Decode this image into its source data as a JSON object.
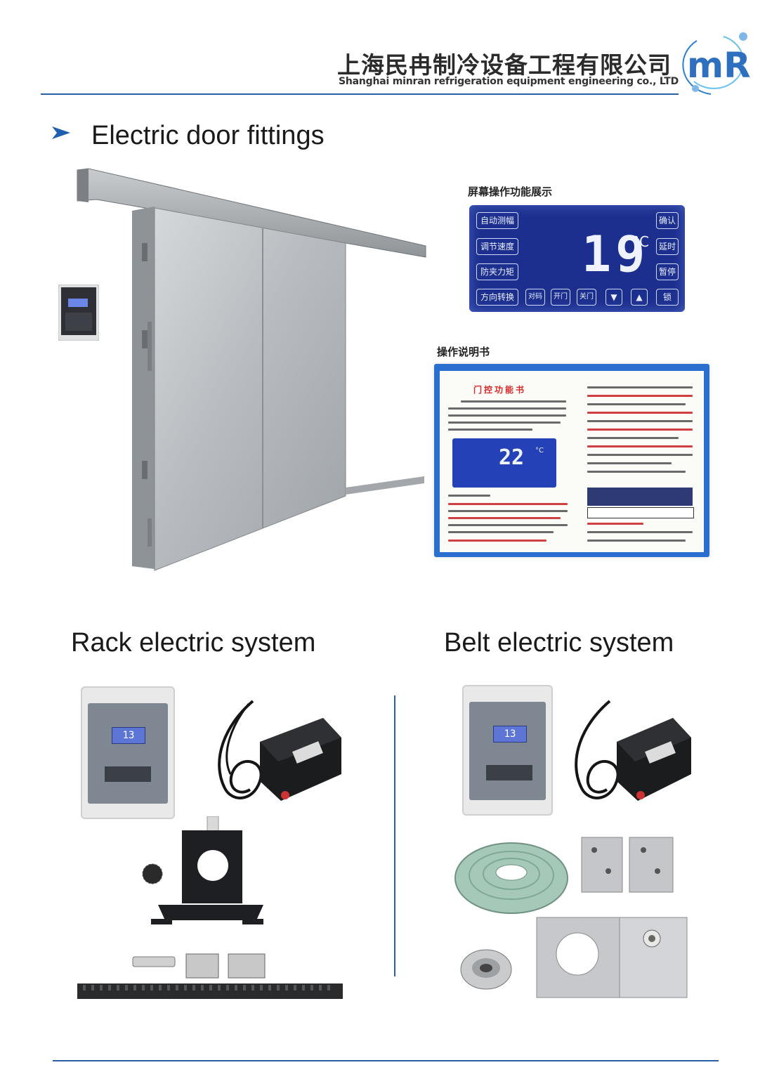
{
  "header": {
    "company_cn": "上海民冉制冷设备工程有限公司",
    "company_en": "Shanghai minran refrigeration equipment engineering co., LTD",
    "logo_text": "mR"
  },
  "section": {
    "title": "Electric door fittings"
  },
  "lcd_panel": {
    "caption": "屏幕操作功能展示",
    "left_buttons": [
      "自动测幅",
      "调节速度",
      "防夹力矩",
      "方向转换"
    ],
    "right_buttons": [
      "确认",
      "延时",
      "暂停"
    ],
    "bottom_buttons": [
      "对码",
      "开门",
      "关门",
      "▼",
      "▲",
      "锁"
    ],
    "temperature": "19",
    "unit": "°C"
  },
  "manual": {
    "caption": "操作说明书",
    "title": "门控功能书",
    "mini_temperature": "22",
    "mini_unit": "°C"
  },
  "rack": {
    "title": "Rack electric system",
    "controller_display": "13"
  },
  "belt": {
    "title": "Belt electric system",
    "controller_display": "13"
  },
  "colors": {
    "accent": "#2a5fa3",
    "lcd_blue": "#1d2f8e",
    "logo_blue": "#2f7fd0"
  }
}
